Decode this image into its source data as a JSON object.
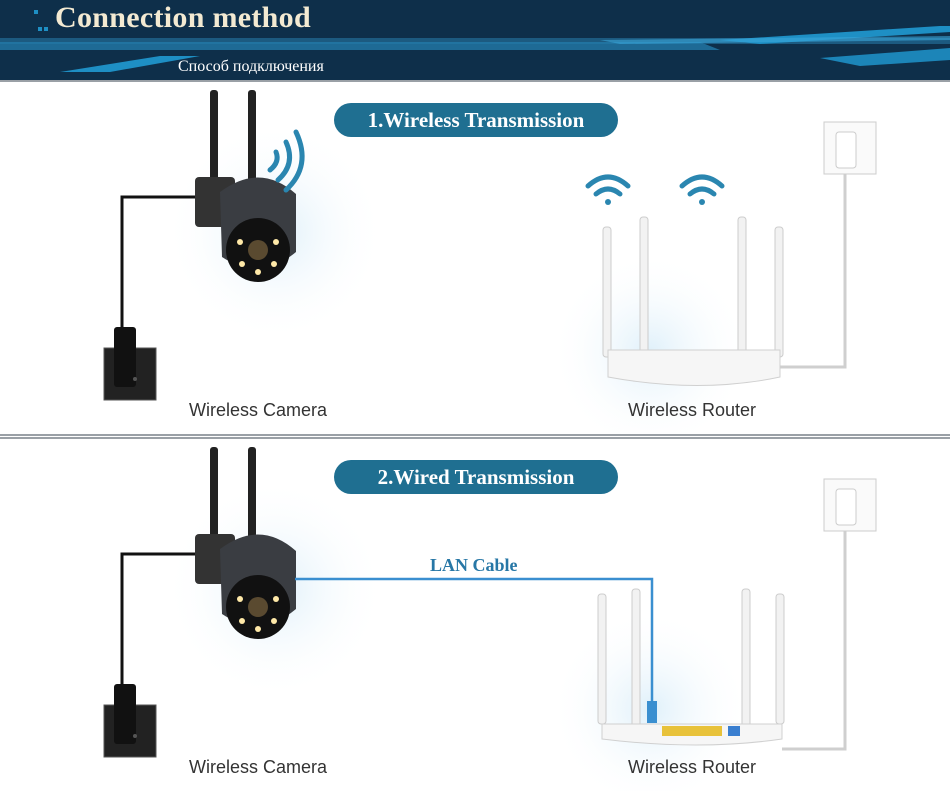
{
  "header": {
    "title": "Connection method",
    "subtitle": "Способ подключения",
    "background_color": "#0e2f4a",
    "accent_color": "#1e8fc4"
  },
  "sections": [
    {
      "title": "1.Wireless Transmission",
      "camera_label": "Wireless Camera",
      "router_label": "Wireless Router",
      "icons": [
        "wifi-signal-icon",
        "security-camera-icon",
        "power-socket-icon",
        "wireless-router-icon"
      ]
    },
    {
      "title": "2.Wired Transmission",
      "camera_label": "Wireless Camera",
      "router_label": "Wireless Router",
      "cable_label": "LAN Cable",
      "icons": [
        "security-camera-icon",
        "power-socket-icon",
        "lan-cable-icon",
        "wireless-router-icon"
      ]
    }
  ],
  "colors": {
    "pill": "#1f6f91",
    "cable": "#3a8fd0",
    "wifi": "#2a86b0"
  }
}
